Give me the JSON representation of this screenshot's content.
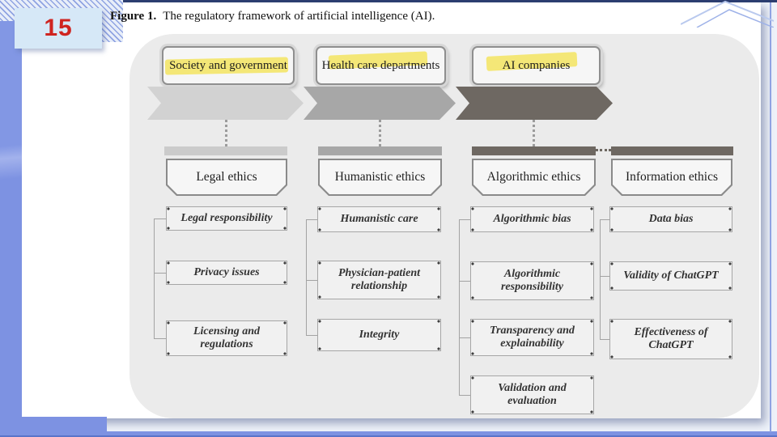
{
  "slide": {
    "number": "15",
    "caption": {
      "label": "Figure 1.",
      "text": "The regulatory framework of artificial intelligence (AI)."
    }
  },
  "colors": {
    "accent_blue": "#7d92e2",
    "navy_top_line": "#2c3e70",
    "number_red": "#cf2420",
    "number_box_bg": "#d6e8f7",
    "highlight_yellow": "#f3e460",
    "panel_gray": "#ebebeb",
    "arrow_light": "#d2d2d2",
    "arrow_medium": "#a7a7a7",
    "arrow_dark": "#6e6862"
  },
  "diagram": {
    "stakeholders": [
      {
        "label": "Society and government",
        "arrow_color": "#d2d2d2"
      },
      {
        "label": "Health care departments",
        "arrow_color": "#a7a7a7"
      },
      {
        "label": "AI companies",
        "arrow_color": "#6e6862"
      }
    ],
    "columns": [
      {
        "header": "Legal ethics",
        "bar_color": "#cbcbcb",
        "items": [
          "Legal responsibility",
          "Privacy issues",
          "Licensing and regulations"
        ]
      },
      {
        "header": "Humanistic ethics",
        "bar_color": "#a7a7a7",
        "items": [
          "Humanistic care",
          "Physician-patient relationship",
          "Integrity"
        ]
      },
      {
        "header": "Algorithmic ethics",
        "bar_color": "#6e6862",
        "items": [
          "Algorithmic bias",
          "Algorithmic responsibility",
          "Transparency and explainability",
          "Validation and evaluation"
        ]
      },
      {
        "header": "Information ethics",
        "bar_color": "#6e6862",
        "items": [
          "Data bias",
          "Validity of ChatGPT",
          "Effectiveness of ChatGPT"
        ]
      }
    ]
  }
}
